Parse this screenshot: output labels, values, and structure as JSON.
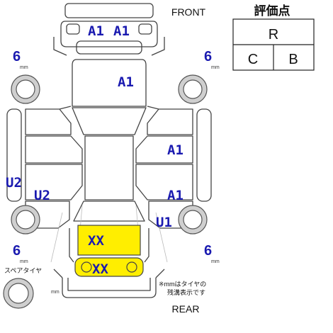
{
  "header": {
    "front_label": "FRONT",
    "rear_label": "REAR"
  },
  "grade": {
    "title": "評価点",
    "overall": "R",
    "interior": "C",
    "exterior": "B"
  },
  "tires": {
    "front_left": {
      "value": "6",
      "unit": "mm"
    },
    "front_right": {
      "value": "6",
      "unit": "mm"
    },
    "rear_left": {
      "value": "6",
      "unit": "mm"
    },
    "rear_right": {
      "value": "6",
      "unit": "mm"
    },
    "spare": {
      "label": "スペアタイヤ",
      "unit": "mm"
    }
  },
  "note": {
    "line1": "※mmはタイヤの",
    "line2": "残溝表示です"
  },
  "damage_marks": {
    "front_bumper_left": "A1",
    "front_bumper_right": "A1",
    "hood": "A1",
    "right_front_door": "A1",
    "right_rear_door": "A1",
    "right_rear_fender": "U1",
    "left_side_sill": "U2",
    "left_rear_door": "U2",
    "trunk": "XX",
    "rear_bumper": "XX"
  },
  "colors": {
    "mark_text": "#1a1ab0",
    "highlight_fill": "#ffee00",
    "outline": "#444444",
    "tire_ring": "#999999"
  }
}
